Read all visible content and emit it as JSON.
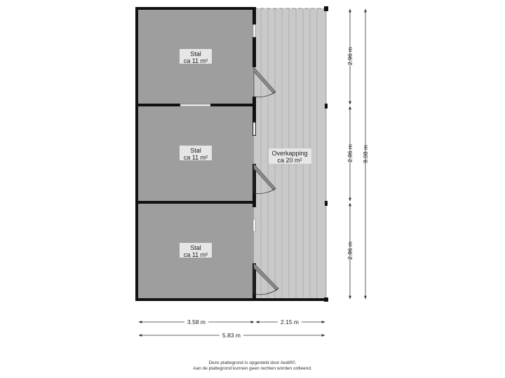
{
  "rooms": [
    {
      "name": "Stal",
      "area": "ca 11 m²"
    },
    {
      "name": "Stal",
      "area": "ca 11 m²"
    },
    {
      "name": "Stal",
      "area": "ca 11 m²"
    }
  ],
  "canopy": {
    "name": "Overkapping",
    "area": "ca 20 m²"
  },
  "dimensions": {
    "width_left": "3.58 m",
    "width_right": "2.15 m",
    "width_total": "5.83 m",
    "height_segment_1": "2.96 m",
    "height_segment_2": "2.96 m",
    "height_segment_3": "2.96 m",
    "height_total": "9.08 m"
  },
  "footer": {
    "line1": "Deze plattegrond is opgesteld door Aedifi©.",
    "line2": "Aan de plattegrond kunnen geen rechten worden ontleend."
  },
  "colors": {
    "room_fill": "#9e9e9e",
    "canopy_fill": "#c7c7c7",
    "wall": "#111111"
  }
}
